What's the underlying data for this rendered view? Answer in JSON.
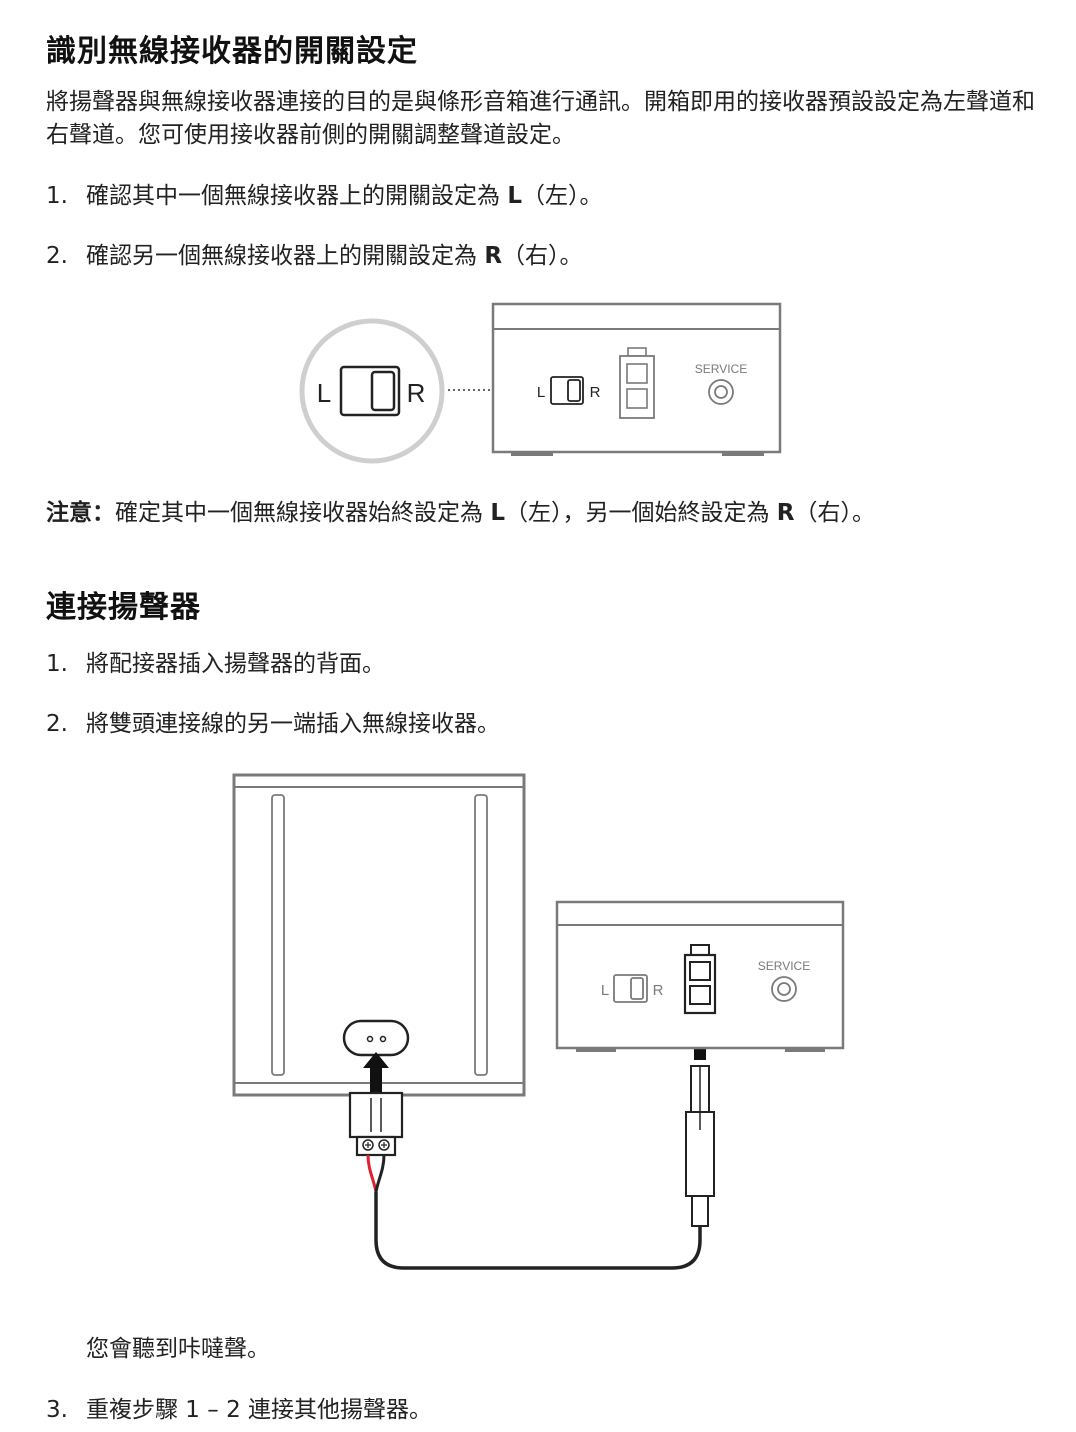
{
  "section1": {
    "title": "識別無線接收器的開關設定",
    "intro": "將揚聲器與無線接收器連接的目的是與條形音箱進行通訊。開箱即用的接收器預設設定為左聲道和右聲道。您可使用接收器前側的開關調整聲道設定。",
    "steps": [
      {
        "num": "1.",
        "pre": "確認其中一個無線接收器上的開關設定為 ",
        "key": "L",
        "post": "（左）。"
      },
      {
        "num": "2.",
        "pre": "確認另一個無線接收器上的開關設定為 ",
        "key": "R",
        "post": "（右）。"
      }
    ],
    "diagram": {
      "left": "L",
      "right": "R",
      "service": "SERVICE"
    },
    "note": {
      "label": "注意：",
      "pre": "確定其中一個無線接收器始終設定為 ",
      "key1": "L",
      "mid": "（左），另一個始終設定為 ",
      "key2": "R",
      "post": "（右）。"
    }
  },
  "section2": {
    "title": "連接揚聲器",
    "steps": [
      {
        "num": "1.",
        "text": "將配接器插入揚聲器的背面。"
      },
      {
        "num": "2.",
        "text": "將雙頭連接線的另一端插入無線接收器。"
      }
    ],
    "diagram": {
      "left": "L",
      "right": "R",
      "service": "SERVICE"
    },
    "result": "您會聽到咔噠聲。",
    "step3": {
      "num": "3.",
      "text": "重複步驟 1 – 2 連接其他揚聲器。"
    }
  },
  "colors": {
    "text": "#231f20",
    "line": "#7a7a7a",
    "wire_red": "#e0202e",
    "circle": "#cfcfcf"
  }
}
